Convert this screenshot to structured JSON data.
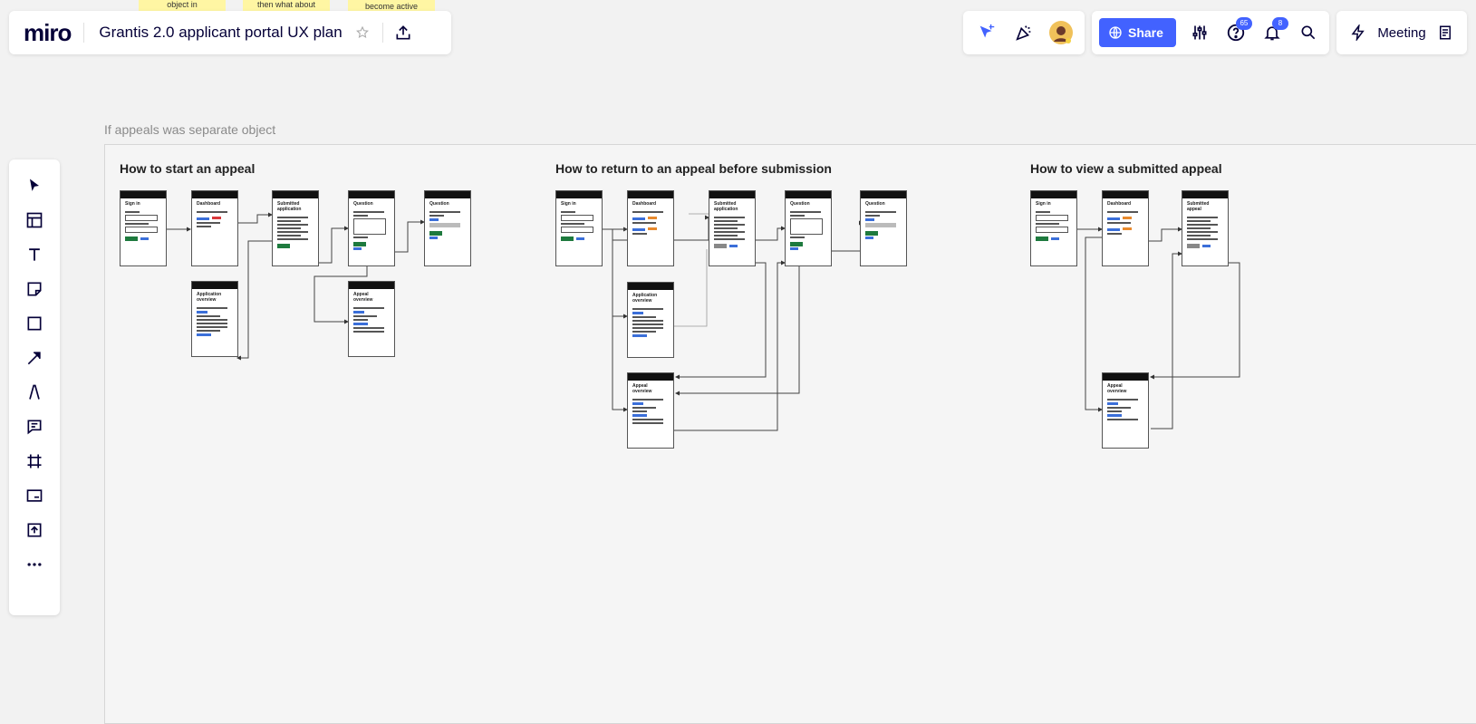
{
  "stickies": [
    "object in",
    "then what about",
    "become active"
  ],
  "header": {
    "logo": "miro",
    "board_title": "Grantis 2.0 applicant portal UX plan",
    "share_label": "Share",
    "help_badge": "65",
    "notifications_badge": "8",
    "meeting_label": "Meeting"
  },
  "frame": {
    "label": "If appeals was separate object",
    "sections": [
      {
        "title": "How to start an appeal",
        "cards": [
          {
            "title": "Sign in"
          },
          {
            "title": "Dashboard"
          },
          {
            "title": "Submitted\napplication"
          },
          {
            "title": "Question"
          },
          {
            "title": "Question"
          },
          {
            "title": "Application\noverview"
          },
          {
            "title": "Appeal\noverview"
          }
        ]
      },
      {
        "title": "How to return to an appeal before submission",
        "cards": [
          {
            "title": "Sign in"
          },
          {
            "title": "Dashboard"
          },
          {
            "title": "Submitted\napplication"
          },
          {
            "title": "Question"
          },
          {
            "title": "Question"
          },
          {
            "title": "Application\noverview"
          },
          {
            "title": "Appeal\noverview"
          }
        ]
      },
      {
        "title": "How to view a submitted appeal",
        "cards": [
          {
            "title": "Sign in"
          },
          {
            "title": "Dashboard"
          },
          {
            "title": "Submitted\nappeal"
          },
          {
            "title": "Appeal\noverview"
          }
        ]
      }
    ]
  },
  "colors": {
    "accent": "#4262ff",
    "sticky": "#fff6a3",
    "green": "#1e7a3e",
    "red": "#d9383b"
  }
}
